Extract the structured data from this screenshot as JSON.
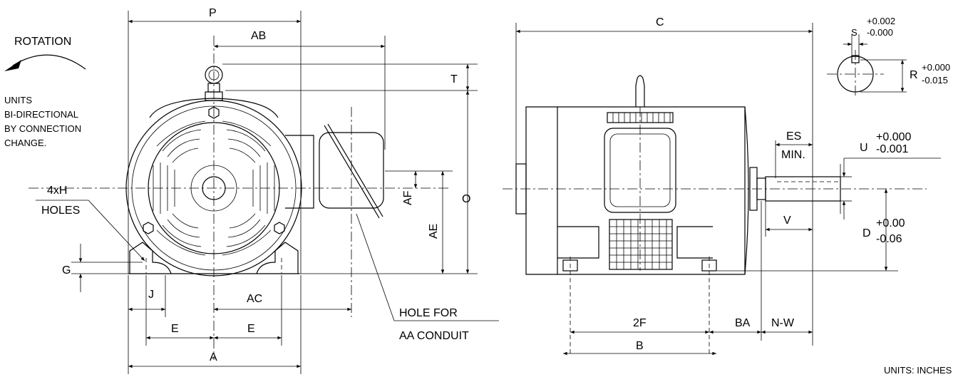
{
  "notes": {
    "rotation": "ROTATION",
    "units_line1": "UNITS",
    "units_line2": "BI-DIRECTIONAL",
    "units_line3": "BY CONNECTION",
    "units_line4": "CHANGE.",
    "units_inches": "UNITS: INCHES"
  },
  "front_view": {
    "P": "P",
    "AB": "AB",
    "T": "T",
    "O": "O",
    "AE": "AE",
    "AF": "AF",
    "holes_line1": "4xH",
    "holes_line2": "HOLES",
    "G": "G",
    "J": "J",
    "AC": "AC",
    "E_left": "E",
    "E_right": "E",
    "A": "A",
    "conduit_line1": "HOLE FOR",
    "conduit_line2": "AA CONDUIT"
  },
  "side_view": {
    "C": "C",
    "ES": "ES",
    "MIN": "MIN.",
    "U": "U",
    "U_tol_plus": "+0.000",
    "U_tol_minus": "-0.001",
    "V": "V",
    "D": "D",
    "D_tol_plus": "+0.00",
    "D_tol_minus": "-0.06",
    "twoF": "2F",
    "BA": "BA",
    "NW": "N-W",
    "B": "B"
  },
  "shaft_detail": {
    "S": "S",
    "S_tol_plus": "+0.002",
    "S_tol_minus": "-0.000",
    "R": "R",
    "R_tol_plus": "+0.000",
    "R_tol_minus": "-0.015"
  }
}
